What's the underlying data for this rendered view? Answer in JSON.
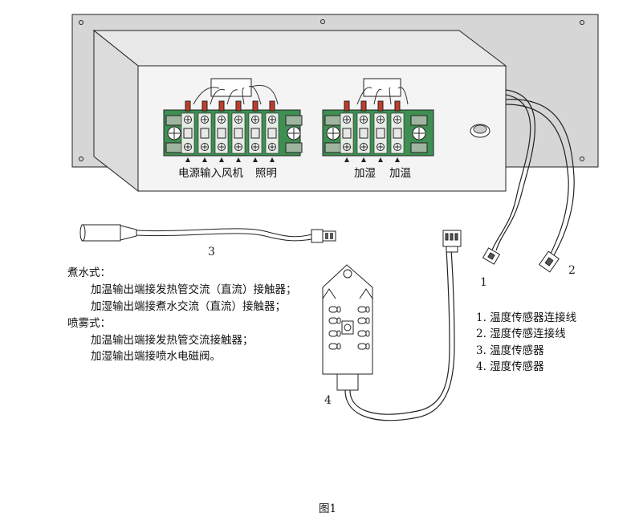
{
  "panel_labels": {
    "left": [
      "电源输入",
      "风机",
      "照明"
    ],
    "right": [
      "加湿",
      "加温"
    ]
  },
  "callout_numbers": [
    "1",
    "2",
    "3",
    "4"
  ],
  "instructions": {
    "mode1_title": "煮水式：",
    "mode1_lines": [
      "加温输出端接发热管交流（直流）接触器；",
      "加湿输出端接煮水交流（直流）接触器；"
    ],
    "mode2_title": "喷雾式：",
    "mode2_lines": [
      "加温输出端接发热管交流接触器；",
      "加湿输出端接喷水电磁阀。"
    ]
  },
  "legend": [
    "1.  温度传感器连接线",
    "2.  湿度传感连接线",
    "3.  温度传感器",
    "4.  湿度传感器"
  ],
  "figure_caption": "图1",
  "colors": {
    "terminal_green": "#3f8f52",
    "box_face": "#f4f4f4",
    "panel": "#d6d6d6",
    "bracket_red": "#c23b2a"
  }
}
